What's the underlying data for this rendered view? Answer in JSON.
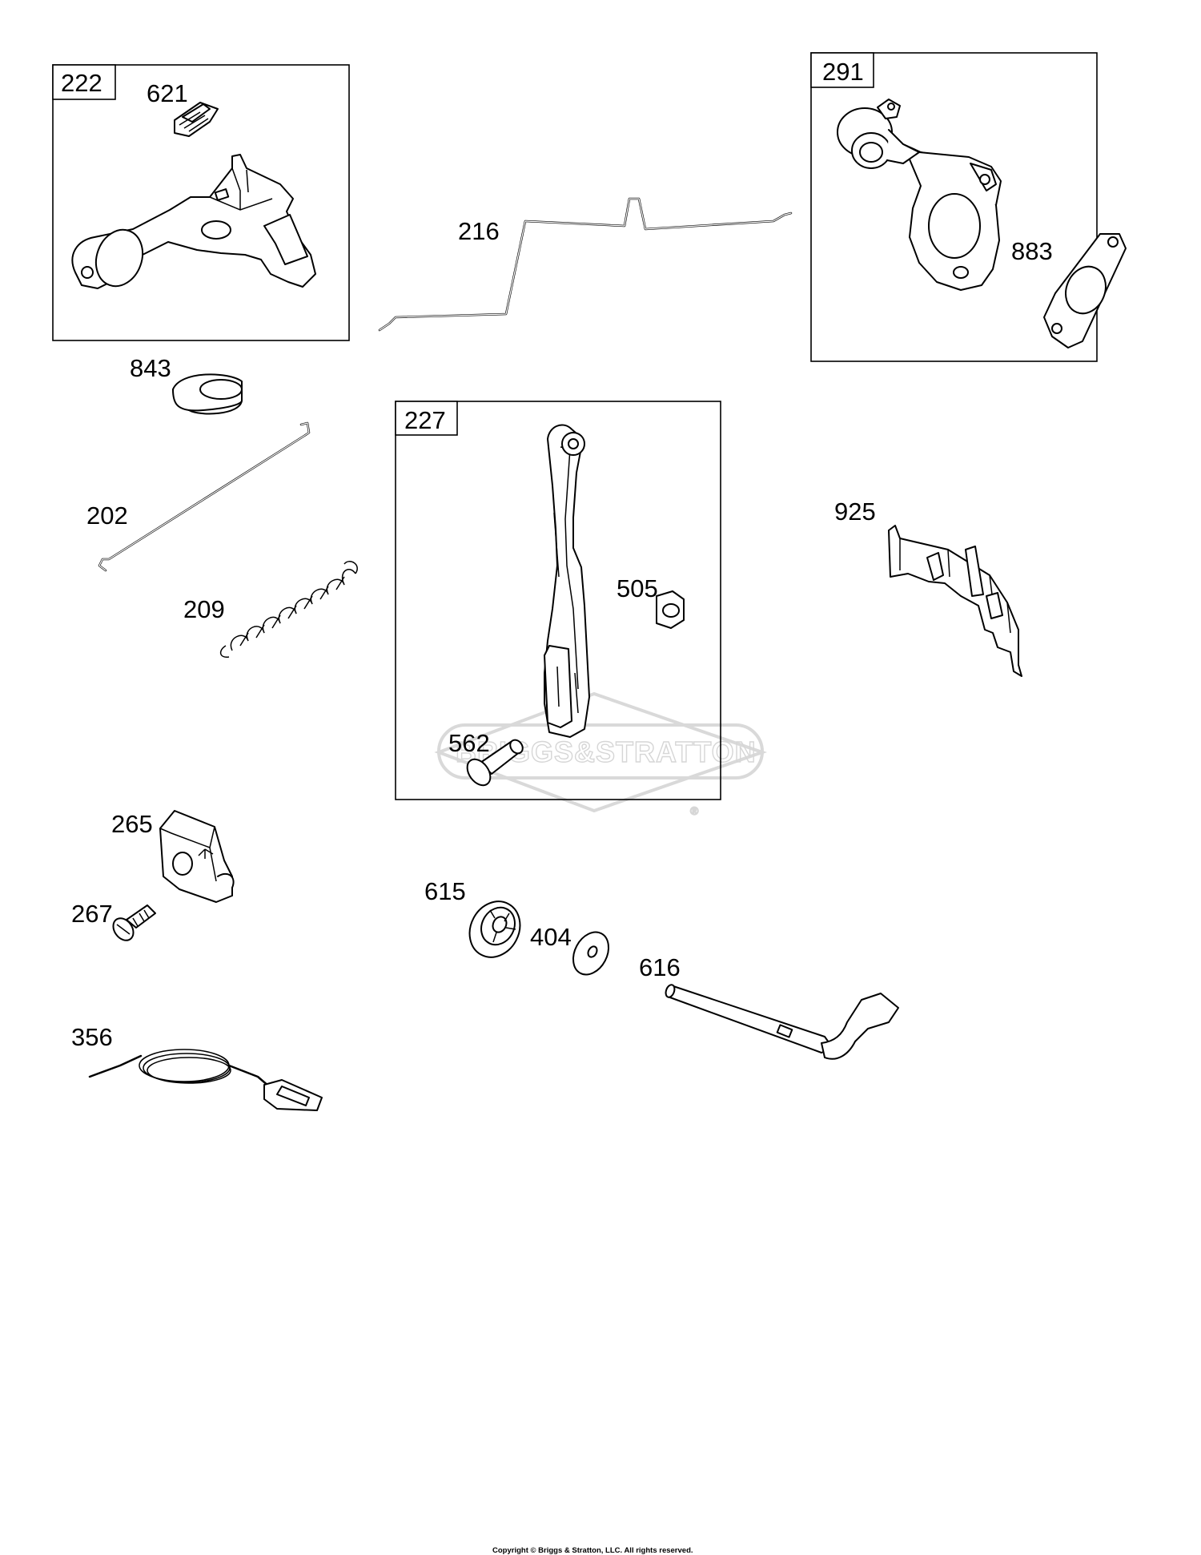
{
  "watermark": {
    "text": "BRIGGS&STRATTON",
    "mark": "®"
  },
  "groups": [
    {
      "id": "222",
      "label": "222"
    },
    {
      "id": "291",
      "label": "291"
    },
    {
      "id": "227",
      "label": "227"
    }
  ],
  "parts": {
    "p621": "621",
    "p222_bracket": "",
    "p216": "216",
    "p291_choke": "",
    "p883": "883",
    "p843": "843",
    "p202": "202",
    "p209": "209",
    "p505": "505",
    "p562": "562",
    "p925": "925",
    "p265": "265",
    "p267": "267",
    "p615": "615",
    "p404": "404",
    "p616": "616",
    "p356": "356"
  },
  "footer": {
    "copyright": "Copyright © Briggs & Stratton, LLC. All rights reserved."
  }
}
